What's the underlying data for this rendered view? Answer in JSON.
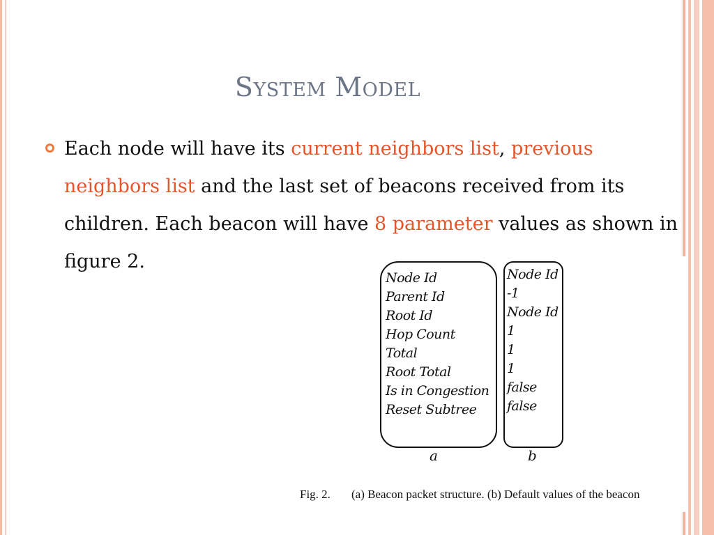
{
  "slide": {
    "title": "System Model",
    "bullet": {
      "segments": [
        {
          "text": "Each node will have its ",
          "highlight": false
        },
        {
          "text": "current neighbors list",
          "highlight": true
        },
        {
          "text": ", ",
          "highlight": false
        },
        {
          "text": "previous neighbors list",
          "highlight": true
        },
        {
          "text": " and the last set of beacons received from its children. Each beacon will have ",
          "highlight": false
        },
        {
          "text": "8 parameter",
          "highlight": true
        },
        {
          "text": " values as shown in figure 2.",
          "highlight": false
        }
      ]
    },
    "figure": {
      "box_a": [
        "Node Id",
        "Parent Id",
        "Root Id",
        "Hop Count",
        "Total",
        "Root Total",
        "Is in Congestion",
        "Reset Subtree"
      ],
      "box_b": [
        "Node Id",
        "-1",
        "Node Id",
        "1",
        "1",
        "1",
        "false",
        "false"
      ],
      "label_a": "a",
      "label_b": "b",
      "caption_number": "Fig. 2.",
      "caption_text": "(a) Beacon packet structure. (b) Default values of the beacon"
    },
    "colors": {
      "highlight": "#e4552a",
      "title": "#6b7585",
      "bullet": "#ee7a3e",
      "stripes": "#f6bda8"
    }
  }
}
